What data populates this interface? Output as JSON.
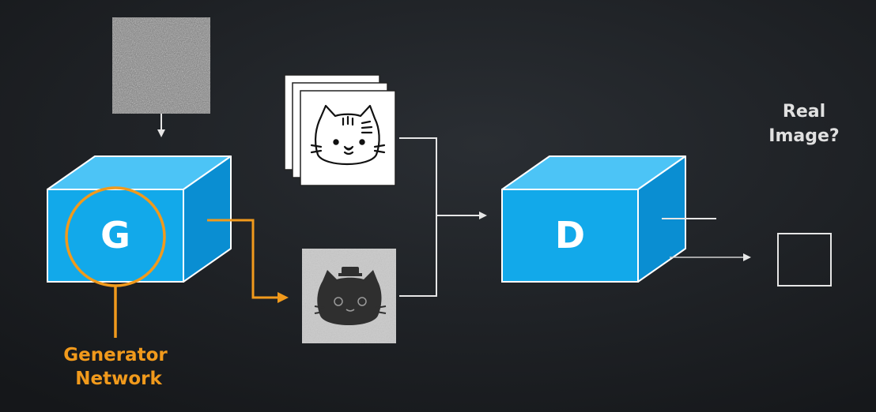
{
  "generator": {
    "letter": "G",
    "caption_line1": "Generator",
    "caption_line2": "Network"
  },
  "discriminator": {
    "letter": "D"
  },
  "output": {
    "question_line1": "Real",
    "question_line2": "Image?"
  },
  "colors": {
    "background": "#1b1e22",
    "cube_front": "#12a9ea",
    "cube_top": "#4cc4f6",
    "cube_side": "#0a8ed2",
    "cube_edge": "#ffffff",
    "highlight": "#f19a1c",
    "arrow": "#e6e6e6",
    "label_text": "#e0e0e0"
  },
  "icons": {
    "noise": "random-noise-image",
    "real_images": "cat-drawing-stack",
    "fake_image": "generated-dark-cat-image",
    "output": "empty-output-square"
  }
}
